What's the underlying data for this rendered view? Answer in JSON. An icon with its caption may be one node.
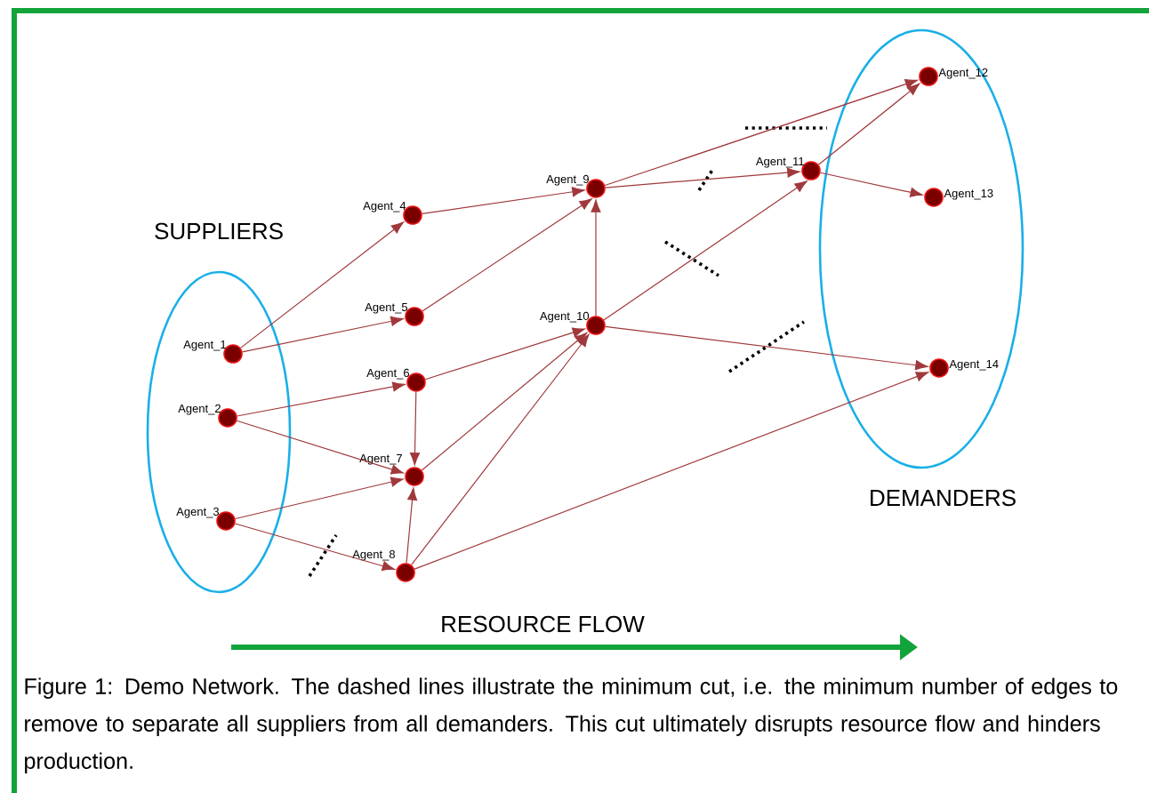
{
  "diagram": {
    "caption": "Figure 1: Demo Network.   The dashed lines illustrate the minimum cut, i.e. the minimum number of edges to remove to separate all suppliers from all demanders.  This cut ultimately disrupts resource flow and hinders production.",
    "nodes": [
      {
        "text": [
          "SUPPLIERS"
        ]
      },
      {
        "text": [
          "Agent_1"
        ],
        "in": 0
      },
      {
        "text": [
          "Agent_2"
        ],
        "in": 0
      },
      {
        "text": [
          "Agent_3"
        ],
        "in": 0
      },
      {
        "text": [
          "Agent_4"
        ]
      },
      {
        "text": [
          "Agent_5"
        ]
      },
      {
        "text": [
          "Agent_6"
        ]
      },
      {
        "text": [
          "Agent_7"
        ]
      },
      {
        "text": [
          "Agent_8"
        ]
      },
      {
        "text": [
          "Agent_9"
        ]
      },
      {
        "text": [
          "Agent_10"
        ]
      },
      {
        "text": [
          "Agent_11"
        ]
      },
      {
        "text": [
          "DEMANDERS"
        ]
      },
      {
        "text": [
          "Agent_12"
        ],
        "in": 12
      },
      {
        "text": [
          "Agent_13"
        ],
        "in": 12
      },
      {
        "text": [
          "Agent_14"
        ],
        "in": 12
      }
    ],
    "edges": [
      {
        "from": 1,
        "to": 4,
        "arrow": "to"
      },
      {
        "from": 1,
        "to": 5,
        "arrow": "to"
      },
      {
        "from": 2,
        "to": 6,
        "arrow": "to"
      },
      {
        "from": 2,
        "to": 7,
        "arrow": "to"
      },
      {
        "from": 3,
        "to": 7,
        "arrow": "to"
      },
      {
        "from": 3,
        "to": 8,
        "arrow": "to"
      },
      {
        "from": 4,
        "to": 9,
        "arrow": "to"
      },
      {
        "from": 5,
        "to": 9,
        "arrow": "to"
      },
      {
        "from": 6,
        "to": 10,
        "arrow": "to"
      },
      {
        "from": 6,
        "to": 7,
        "arrow": "to"
      },
      {
        "from": 8,
        "to": 7,
        "arrow": "to"
      },
      {
        "from": 7,
        "to": 10,
        "arrow": "to"
      },
      {
        "from": 8,
        "to": 10,
        "arrow": "to"
      },
      {
        "from": 8,
        "to": 15,
        "arrow": "to"
      },
      {
        "from": 10,
        "to": 9,
        "arrow": "to"
      },
      {
        "from": 10,
        "to": 11,
        "arrow": "to"
      },
      {
        "from": 10,
        "to": 15,
        "arrow": "to"
      },
      {
        "from": 9,
        "to": 11,
        "arrow": "to"
      },
      {
        "from": 9,
        "to": 13,
        "arrow": "to"
      },
      {
        "from": 11,
        "to": 13,
        "arrow": "to"
      },
      {
        "from": 11,
        "to": 14,
        "arrow": "to"
      }
    ],
    "labels": [
      "RESOURCE FLOW"
    ]
  }
}
